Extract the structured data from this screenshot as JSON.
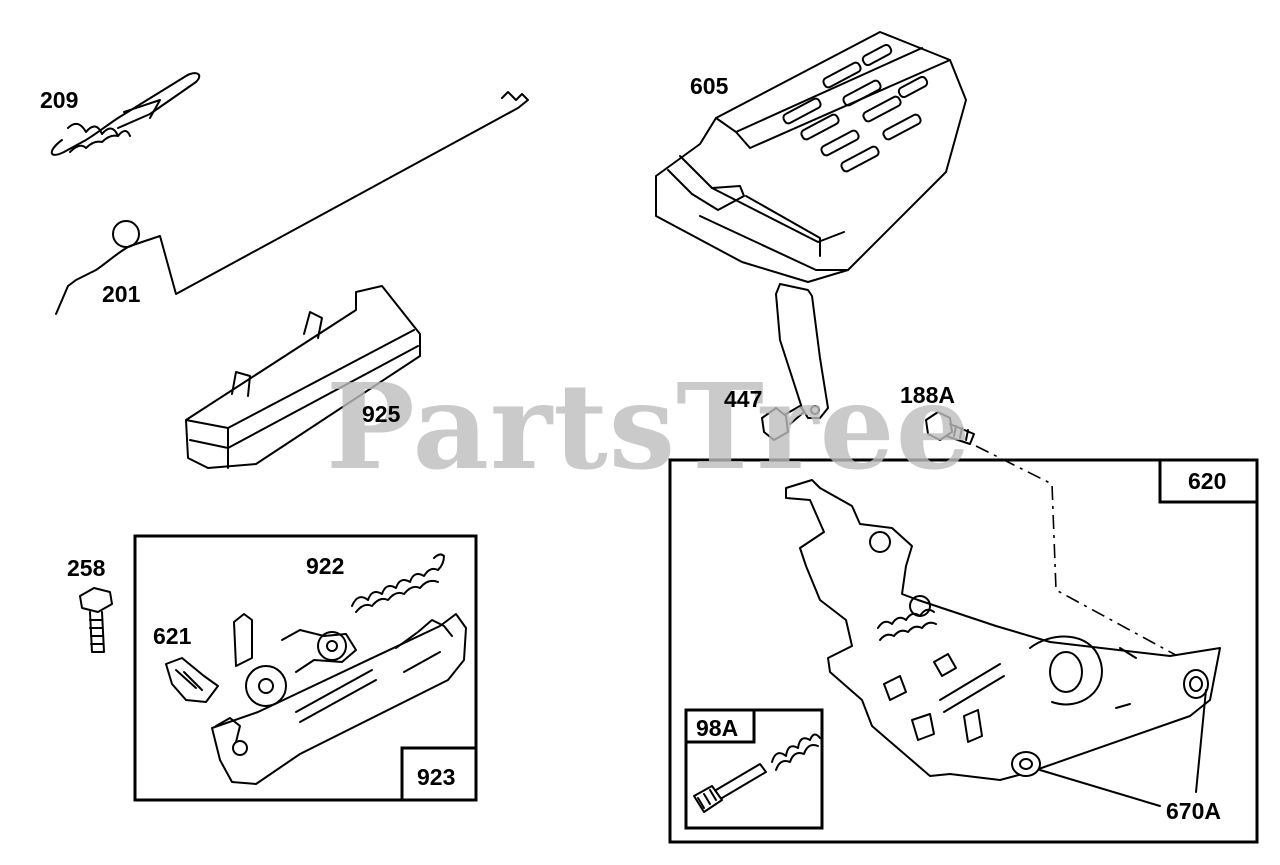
{
  "watermark": "PartsTree",
  "callouts": {
    "p209": "209",
    "p201": "201",
    "p925": "925",
    "p605": "605",
    "p447": "447",
    "p188a": "188A",
    "p620": "620",
    "p258": "258",
    "p922": "922",
    "p621": "621",
    "p923": "923",
    "p98a": "98A",
    "p670a": "670A"
  }
}
